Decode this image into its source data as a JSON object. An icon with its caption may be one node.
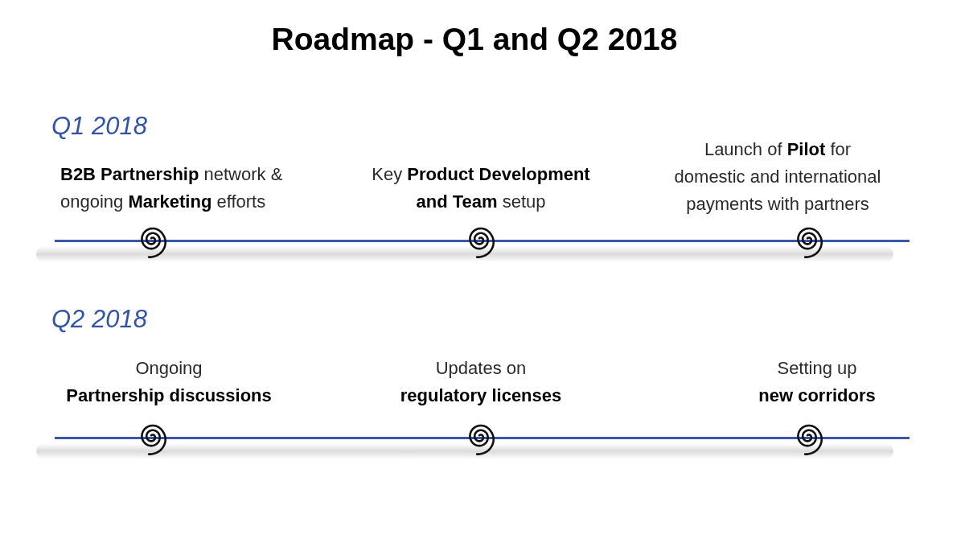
{
  "diagram": {
    "title": "Roadmap - Q1 and Q2 2018",
    "labels": [
      "Q1 2018",
      "**B2B Partnership** network & ongoing **Marketing** efforts",
      "Key **Product Development and Team** setup",
      "Launch of **Pilot** for domestic and international payments with partners",
      "Q2 2018",
      "Ongoing **Partnership discussions**",
      "Updates on **regulatory licenses**",
      "Setting up **new corridors**"
    ]
  }
}
